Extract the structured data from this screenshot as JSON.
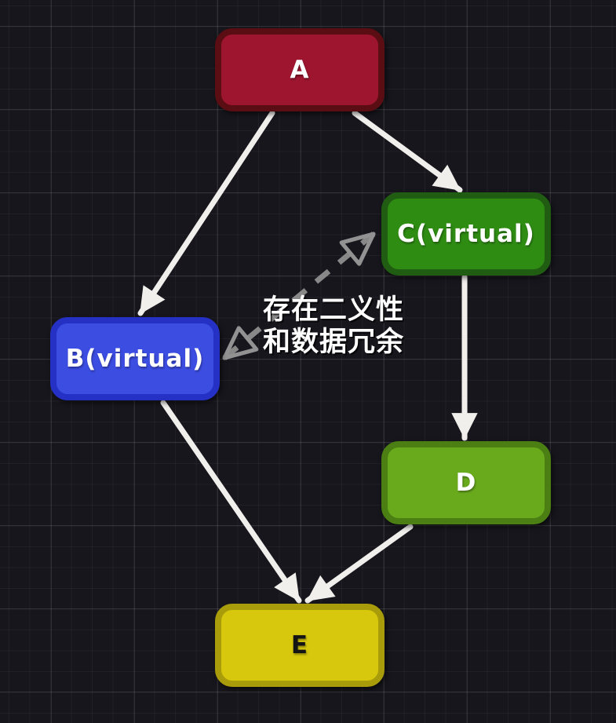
{
  "diagram": {
    "title": "virtual-inheritance-diamond",
    "nodes": [
      {
        "id": "A",
        "label": "A",
        "fill": "#9e1530",
        "border": "#5a0e13",
        "text_color": "#ffffff"
      },
      {
        "id": "B",
        "label": "B(virtual)",
        "fill": "#3c4de2",
        "border": "#2531c4",
        "text_color": "#ffffff"
      },
      {
        "id": "C",
        "label": "C(virtual)",
        "fill": "#2e8c13",
        "border": "#205d13",
        "text_color": "#ffffff"
      },
      {
        "id": "D",
        "label": "D",
        "fill": "#69aa1d",
        "border": "#4b7e13",
        "text_color": "#ffffff"
      },
      {
        "id": "E",
        "label": "E",
        "fill": "#d7c70d",
        "border": "#a99c0b",
        "text_color": "#141414"
      }
    ],
    "edges": [
      {
        "from": "A",
        "to": "B",
        "style": "solid"
      },
      {
        "from": "A",
        "to": "C",
        "style": "solid"
      },
      {
        "from": "C",
        "to": "D",
        "style": "solid"
      },
      {
        "from": "B",
        "to": "E",
        "style": "solid"
      },
      {
        "from": "D",
        "to": "E",
        "style": "solid"
      },
      {
        "from": "B",
        "to": "C",
        "style": "dashed",
        "bidirectional": true
      }
    ],
    "annotation": {
      "line1": "存在二义性",
      "line2": "和数据冗余",
      "color": "#ffffff"
    },
    "colors": {
      "background": "#16161c",
      "arrow_solid": "#f1efec",
      "arrow_dashed": "#9c9c9c",
      "arrowhead_dashed_stroke": "#a8a8a8"
    }
  }
}
